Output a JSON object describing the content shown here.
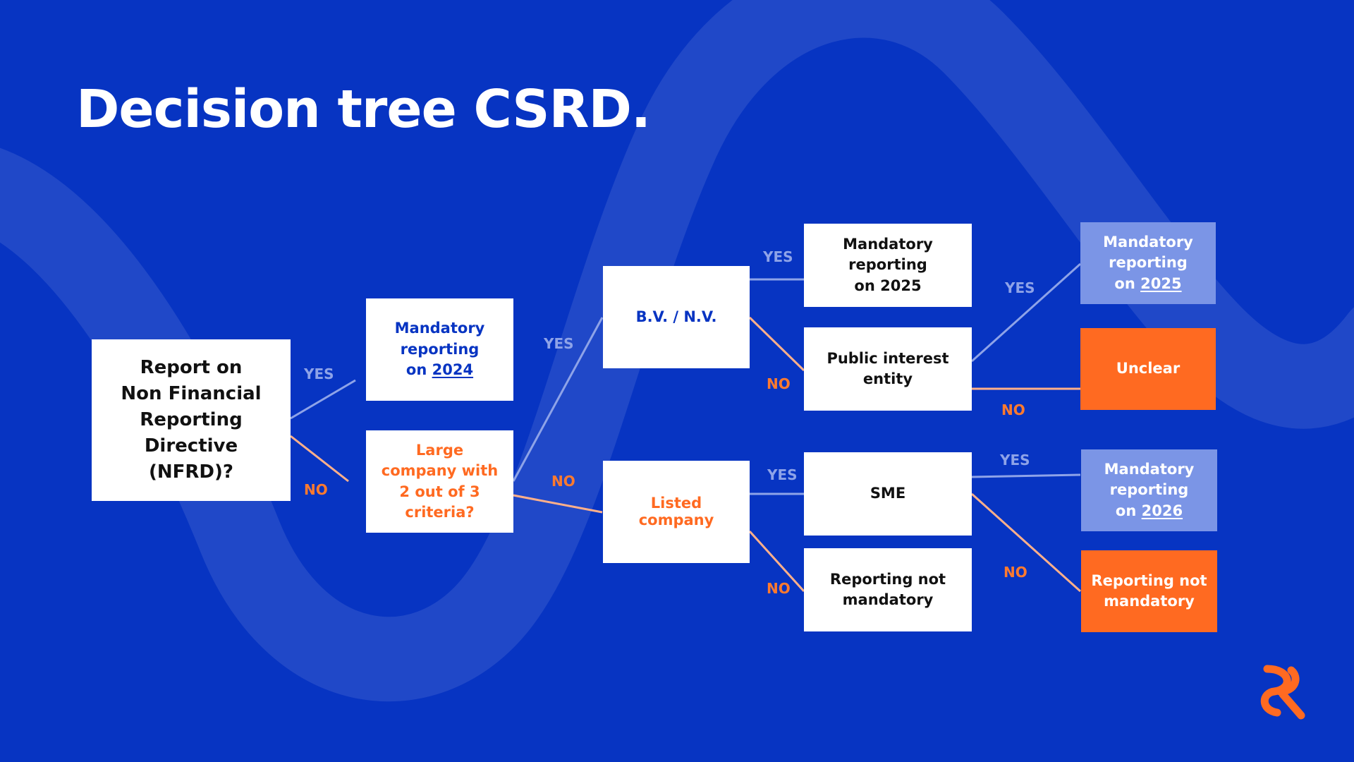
{
  "title": "Decision tree CSRD.",
  "colors": {
    "background": "#0734c2",
    "yes_line": "#8ea3e8",
    "no_line": "#ffb08a",
    "orange": "#ff6a21",
    "lavender": "#7b95e6",
    "node_white": "#ffffff"
  },
  "nodes": {
    "nfrd": "Report on\nNon Financial\nReporting Directive\n(NFRD)?",
    "mand2024": {
      "prefix": "Mandatory\nreporting\non ",
      "year": "2024"
    },
    "large": "Large\ncompany with\n2 out of 3\ncriteria?",
    "bvnv": "B.V. / N.V.",
    "listed": "Listed\ncompany",
    "mand2025": "Mandatory\nreporting\non 2025",
    "pie": "Public interest\nentity",
    "sme": "SME",
    "notmand": "Reporting not\nmandatory",
    "mand2025b": {
      "prefix": "Mandatory\nreporting\non ",
      "year": "2025"
    },
    "unclear": "Unclear",
    "mand2026": {
      "prefix": "Mandatory\nreporting\non ",
      "year": "2026"
    },
    "notmand2": "Reporting not\nmandatory"
  },
  "labels": {
    "yes": "YES",
    "no": "NO"
  },
  "logo_icon": "brand-logo-icon"
}
